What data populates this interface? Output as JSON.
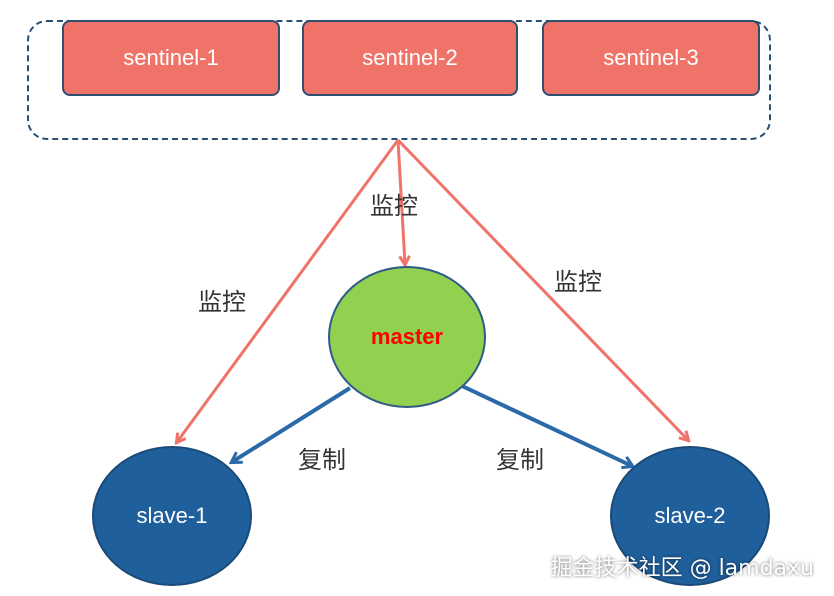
{
  "sentinels": [
    "sentinel-1",
    "sentinel-2",
    "sentinel-3"
  ],
  "master": "master",
  "slaves": [
    "slave-1",
    "slave-2"
  ],
  "labels": {
    "monitor": "监控",
    "replicate": "复制"
  },
  "watermark": "掘金技术社区 @ lamdaxu",
  "colors": {
    "sentinel_fill": "#f07369",
    "master_fill": "#92d050",
    "master_text": "#ff0000",
    "slave_fill": "#1f5f9b",
    "monitor_arrow": "#f07369",
    "replicate_arrow": "#2a6aa8",
    "group_border": "#2b4f73"
  }
}
